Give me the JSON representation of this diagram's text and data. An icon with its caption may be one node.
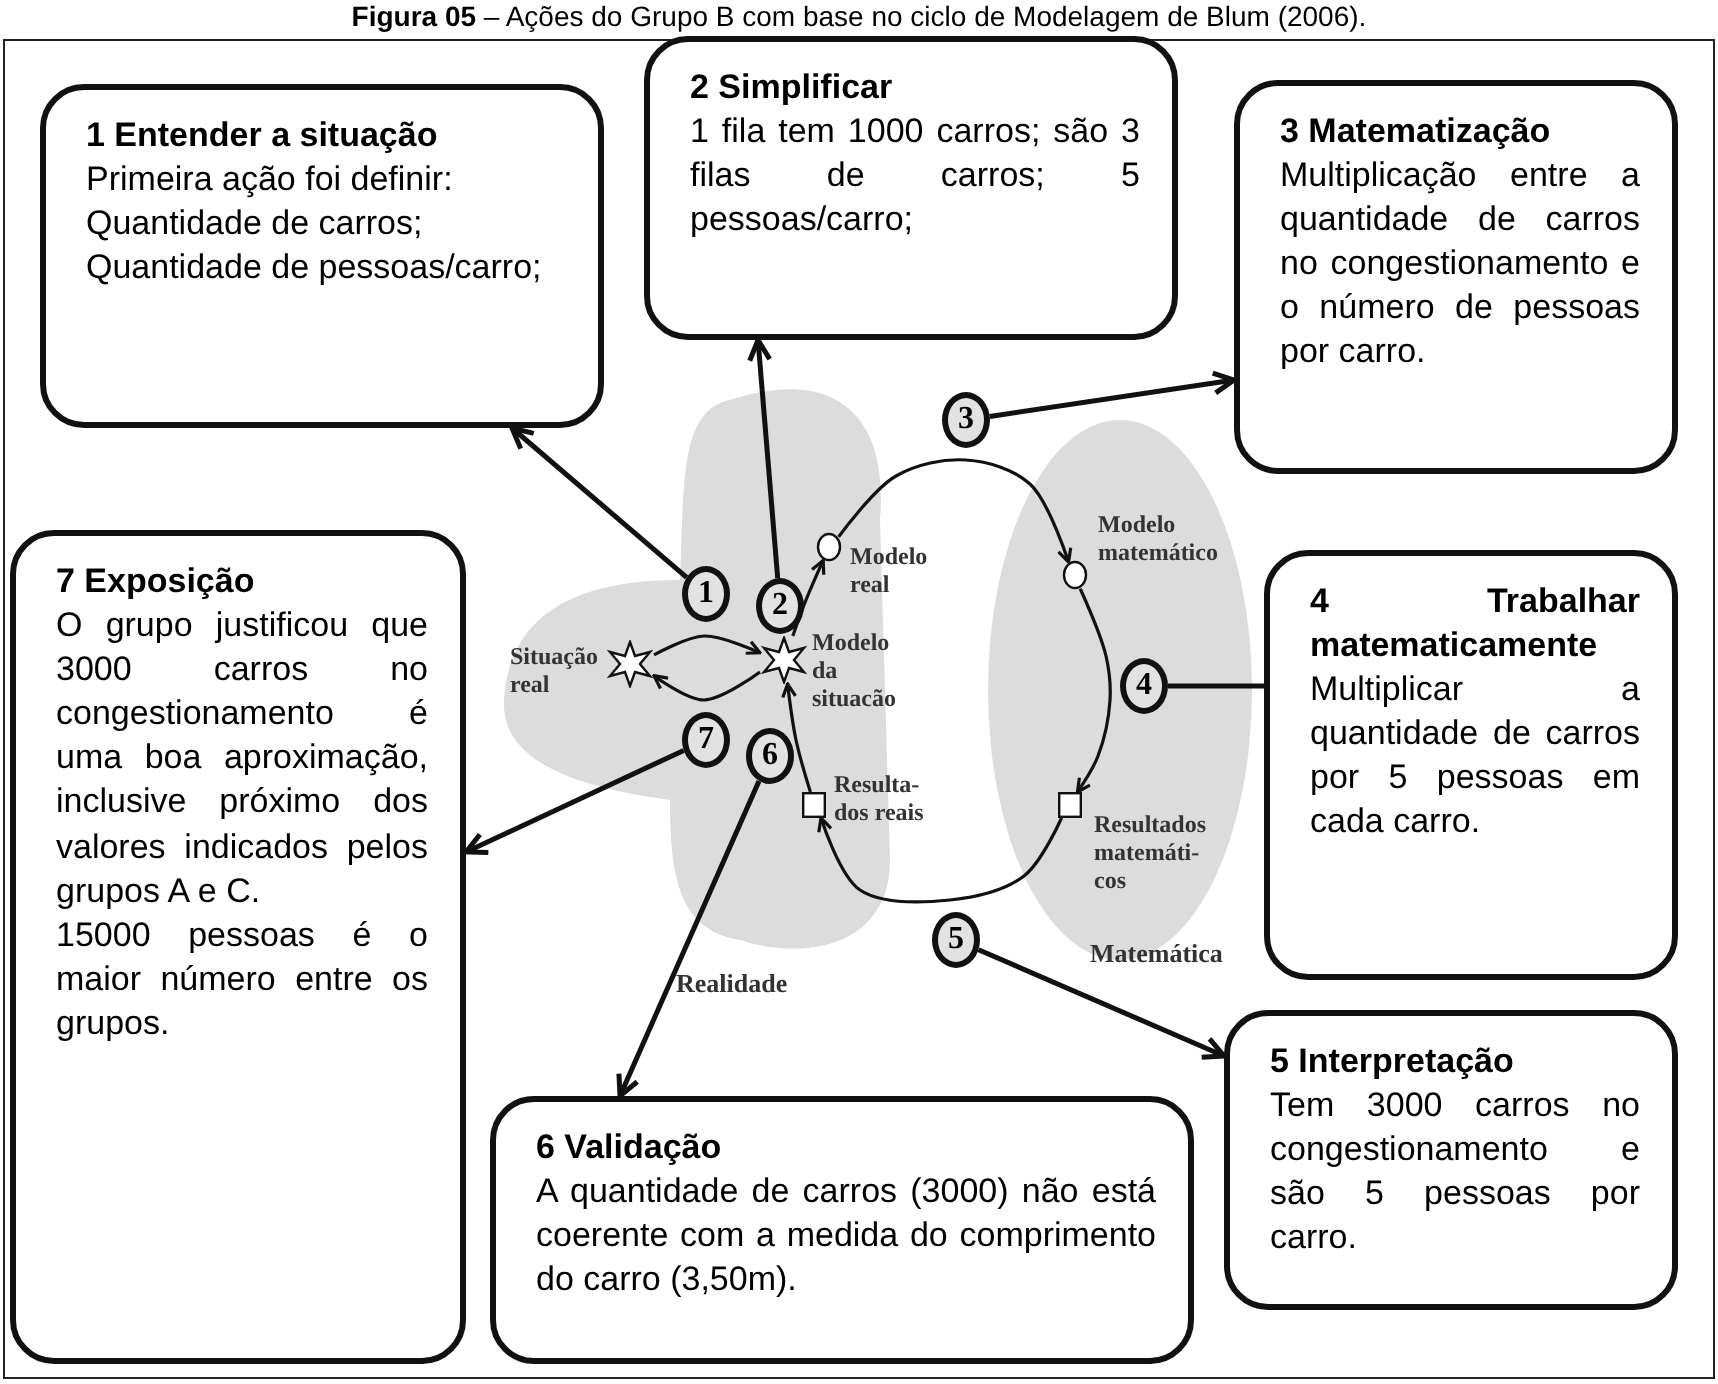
{
  "diagram": {
    "title": "**Figura 05** – Ações do Grupo B com base no ciclo de Modelagem de Blum (2006).",
    "nodes": [
      {
        "text": [
          "1 Entender a situação",
          "Primeira ação foi definir:",
          "Quantidade de carros;",
          "Quantidade de pessoas/carro;"
        ]
      },
      {
        "text": [
          "2 Simplificar",
          "1 fila tem 1000 carros; são 3 filas de carros; 5 pessoas/carro;"
        ]
      },
      {
        "text": [
          "3 Matematização",
          "Multiplicação entre a quantidade de carros no congestionamento e o número de pessoas por carro."
        ]
      },
      {
        "text": [
          "4 Trabalhar matematicamente",
          "Multiplicar a quantidade de carros por 5 pessoas em cada carro."
        ]
      },
      {
        "text": [
          "5 Interpretação",
          "Tem 3000 carros no congestionamento e são 5 pessoas por carro."
        ]
      },
      {
        "text": [
          "6 Validação",
          "A quantidade de carros (3000) não está coerente com a medida do comprimento do carro (3,50m)."
        ]
      },
      {
        "text": [
          "7 Exposição",
          "O grupo justificou que 3000 carros no congestionamento é uma boa aproximação, inclusive próximo dos valores indicados pelos grupos A e C.",
          "15000 pessoas é o maior número entre os grupos."
        ]
      },
      {
        "text": [
          "1"
        ]
      },
      {
        "text": [
          "2"
        ]
      },
      {
        "text": [
          "3"
        ]
      },
      {
        "text": [
          "4"
        ]
      },
      {
        "text": [
          "5"
        ]
      },
      {
        "text": [
          "6"
        ]
      },
      {
        "text": [
          "7"
        ]
      },
      {
        "text": [],
        "shape": "star",
        "beside": [
          "Situação real"
        ]
      },
      {
        "text": [],
        "shape": "star",
        "beside": [
          "Modelo da situacão"
        ]
      },
      {
        "text": [],
        "shape": "circle",
        "beside": [
          "Modelo real"
        ]
      },
      {
        "text": [],
        "shape": "circle",
        "beside": [
          "Modelo matemático"
        ]
      },
      {
        "text": [],
        "shape": "box",
        "beside": [
          "Resultados matemáti- cos"
        ]
      },
      {
        "text": [],
        "shape": "box",
        "beside": [
          "Resulta- dos reais"
        ]
      }
    ],
    "edges": [
      {
        "from": 7,
        "to": 0,
        "arrow": "to"
      },
      {
        "from": 8,
        "to": 1,
        "arrow": "to"
      },
      {
        "from": 9,
        "to": 2,
        "arrow": "to"
      },
      {
        "from": 10,
        "to": 3,
        "arrow": "none"
      },
      {
        "from": 11,
        "to": 4,
        "arrow": "to"
      },
      {
        "from": 12,
        "to": 5,
        "arrow": "to"
      },
      {
        "from": 13,
        "to": 6,
        "arrow": "to"
      },
      {
        "from": 14,
        "to": 15,
        "arrow": "to"
      },
      {
        "from": 15,
        "to": 14,
        "arrow": "to"
      },
      {
        "from": 15,
        "to": 16,
        "arrow": "to"
      },
      {
        "from": 16,
        "to": 17,
        "arrow": "to"
      },
      {
        "from": 17,
        "to": 18,
        "arrow": "to"
      },
      {
        "from": 18,
        "to": 19,
        "arrow": "to"
      },
      {
        "from": 19,
        "to": 15,
        "arrow": "to"
      }
    ],
    "labels": [
      "Realidade",
      "Matemática"
    ]
  }
}
